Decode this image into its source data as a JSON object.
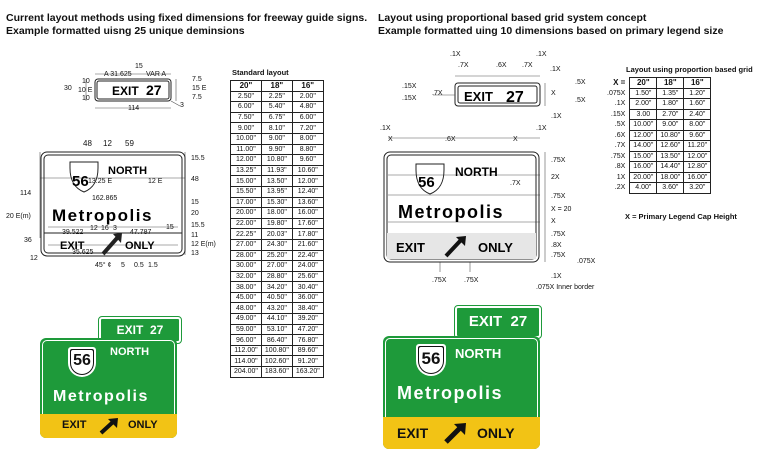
{
  "left": {
    "title_line1": "Current layout methods using fixed dimensions for freeway guide signs.",
    "title_line2": "Example formatted uisng 25 unique deminsions",
    "table_caption": "Standard layout",
    "table_headers": [
      "20\"",
      "18\"",
      "16\""
    ],
    "table_rows": [
      [
        "2.50\"",
        "2.25\"",
        "2.00\""
      ],
      [
        "6.00\"",
        "5.40\"",
        "4.80\""
      ],
      [
        "7.50\"",
        "6.75\"",
        "6.00\""
      ],
      [
        "9.00\"",
        "8.10\"",
        "7.20\""
      ],
      [
        "10.00\"",
        "9.00\"",
        "8.00\""
      ],
      [
        "11.00\"",
        "9.90\"",
        "8.80\""
      ],
      [
        "12.00\"",
        "10.80\"",
        "9.60\""
      ],
      [
        "13.25\"",
        "11.93\"",
        "10.60\""
      ],
      [
        "15.00\"",
        "13.50\"",
        "12.00\""
      ],
      [
        "15.50\"",
        "13.95\"",
        "12.40\""
      ],
      [
        "17.00\"",
        "15.30\"",
        "13.60\""
      ],
      [
        "20.00\"",
        "18.00\"",
        "16.00\""
      ],
      [
        "22.00\"",
        "19.80\"",
        "17.60\""
      ],
      [
        "22.25\"",
        "20.03\"",
        "17.80\""
      ],
      [
        "27.00\"",
        "24.30\"",
        "21.60\""
      ],
      [
        "28.00\"",
        "25.20\"",
        "22.40\""
      ],
      [
        "30.00\"",
        "27.00\"",
        "24.00\""
      ],
      [
        "32.00\"",
        "28.80\"",
        "25.60\""
      ],
      [
        "38.00\"",
        "34.20\"",
        "30.40\""
      ],
      [
        "45.00\"",
        "40.50\"",
        "36.00\""
      ],
      [
        "48.00\"",
        "43.20\"",
        "38.40\""
      ],
      [
        "49.00\"",
        "44.10\"",
        "39.20\""
      ],
      [
        "59.00\"",
        "53.10\"",
        "47.20\""
      ],
      [
        "96.00\"",
        "86.40\"",
        "76.80\""
      ],
      [
        "112.00\"",
        "100.80\"",
        "89.60\""
      ],
      [
        "114.00\"",
        "102.60\"",
        "91.20\""
      ],
      [
        "204.00\"",
        "183.60\"",
        "163.20\""
      ]
    ],
    "dims": {
      "d15": "15",
      "a31": "A 31.625",
      "varA": "VAR A",
      "d75a": "7.5",
      "d15e": "15 E",
      "d75b": "7.5",
      "d30": "30",
      "d10a": "10",
      "d10e": "10 E",
      "d10b": "10",
      "d114top": "114",
      "d3": "3",
      "d48top": "48",
      "d12top": "12",
      "d59": "59",
      "d155a": "15.5",
      "d48r": "48",
      "d114l": "114",
      "d1325": "13.25 E",
      "d12e": "12 E",
      "d162": "162.865",
      "d15r": "15",
      "d20r": "20",
      "d20el": "20 E(m)",
      "d15b": "15",
      "d155b": "15.5",
      "d39": "39.522",
      "d12b": "12",
      "d16": "16",
      "d3b": "3",
      "d47": "47.787",
      "d11": "11",
      "d36": "36",
      "d35": "35.625",
      "d5": "5",
      "d12el": "12 E(m)",
      "d13": "13",
      "d12c": "12",
      "d45": "45° ¢",
      "d5b": "5",
      "d05": "0.5",
      "d15c": "1.5"
    }
  },
  "right": {
    "title_line1": "Layout using proportional based grid system concept",
    "title_line2": "Example formatted uing 10 dimensions based on primary legend size",
    "table_caption": "Layout using proportion based grid",
    "x_label": "X =",
    "table_headers": [
      "20\"",
      "18\"",
      "16\""
    ],
    "table_rows": [
      {
        "label": ".075X",
        "v": [
          "1.50\"",
          "1.35\"",
          "1.20\""
        ]
      },
      {
        "label": ".1X",
        "v": [
          "2.00\"",
          "1.80\"",
          "1.60\""
        ]
      },
      {
        "label": ".15X",
        "v": [
          "3.00",
          "2.70\"",
          "2.40\""
        ]
      },
      {
        "label": ".5X",
        "v": [
          "10.00\"",
          "9.00\"",
          "8.00\""
        ]
      },
      {
        "label": ".6X",
        "v": [
          "12.00\"",
          "10.80\"",
          "9.60\""
        ]
      },
      {
        "label": ".7X",
        "v": [
          "14.00\"",
          "12.60\"",
          "11.20\""
        ]
      },
      {
        "label": ".75X",
        "v": [
          "15.00\"",
          "13.50\"",
          "12.00\""
        ]
      },
      {
        "label": ".8X",
        "v": [
          "16.00\"",
          "14.40\"",
          "12.80\""
        ]
      },
      {
        "label": "1X",
        "v": [
          "20.00\"",
          "18.00\"",
          "16.00\""
        ]
      },
      {
        "label": ".2X",
        "v": [
          "4.00\"",
          "3.60\"",
          "3.20\""
        ]
      }
    ],
    "footnote": "X = Primary Legend Cap Height",
    "dims": {
      "x1a": ".1X",
      "x7a": ".7X",
      "x6a": ".6X",
      "x7b": ".7X",
      "x1b": ".1X",
      "x1c": ".1X",
      "x15a": ".15X",
      "x15b": ".15X",
      "x7c": ".7X",
      "x5a": ".5X",
      "xX": "X",
      "x5b": ".5X",
      "x1d": ".1X",
      "x1e": ".1X",
      "xXa": "X",
      "x6b": ".6X",
      "xXb": "X",
      "x1f": ".1X",
      "x75a": ".75X",
      "x7d": ".7X",
      "x2X": "2X",
      "x75b": ".75X",
      "xX20": "X = 20",
      "xXc": "X",
      "x75c": ".75X",
      "x8": ".8X",
      "x75d": ".75X",
      "x075": ".075X",
      "x1g": ".1X",
      "x75e": ".75X",
      "x75f": ".75X",
      "xInner": ".075X Inner border"
    }
  },
  "sign": {
    "exit_tab": "EXIT  27",
    "exit_word": "EXIT",
    "exit_num": "27",
    "route": "56",
    "direction": "NORTH",
    "destination": "Metropolis",
    "exit_only_left": "EXIT",
    "exit_only_right": "ONLY",
    "colors": {
      "green": "#1e9a3a",
      "yellow": "#f2c315",
      "white": "#ffffff",
      "black": "#111111"
    }
  }
}
